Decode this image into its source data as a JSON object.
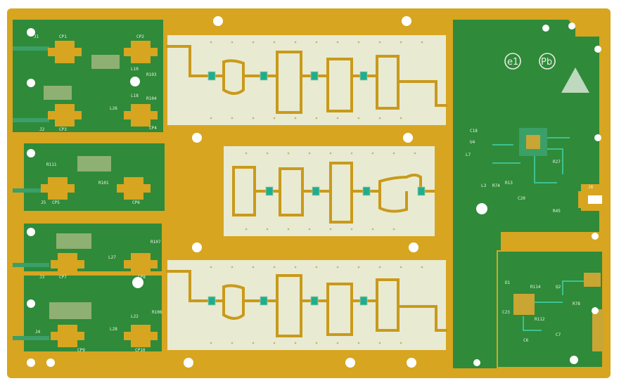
{
  "board": {
    "colors": {
      "gold": "#d7a520",
      "gold_dark": "#b88512",
      "mask": "#2f8a3a",
      "mask_dark": "#237230",
      "substrate": "#e9ead2",
      "silk": "#eef4e6",
      "pad": "#1fae8c"
    },
    "marks": {
      "lead_free": "e1",
      "pb": "Pb"
    },
    "labels": {
      "cp1": "CP1",
      "cp2": "CP2",
      "cp3": "CP3",
      "cp4": "CP4",
      "cp5": "CP5",
      "cp6": "CP6",
      "cp7": "CP7",
      "cp8": "CP8",
      "cp9": "CP9",
      "cp10": "CP10",
      "j1": "J1",
      "j2": "J2",
      "j3": "J3",
      "j4": "J4",
      "j5": "J5",
      "j8": "J8",
      "r103": "R103",
      "r104": "R104",
      "r111": "R111",
      "r101": "R101",
      "r107": "R107",
      "r106": "R106",
      "l10": "L10",
      "l18": "L18",
      "l26": "L26",
      "l27": "L27",
      "l28": "L28",
      "l22": "L22",
      "c18": "C18",
      "c20": "C20",
      "u4": "U4",
      "r27": "R27",
      "r74": "R74",
      "r13": "R13",
      "l3": "L3",
      "d1": "D1",
      "r114": "R114",
      "q2": "Q2",
      "r78": "R78",
      "c23": "C23",
      "r112": "R112",
      "c6": "C6",
      "c7": "C7",
      "r45": "R45",
      "l7": "L7"
    }
  }
}
